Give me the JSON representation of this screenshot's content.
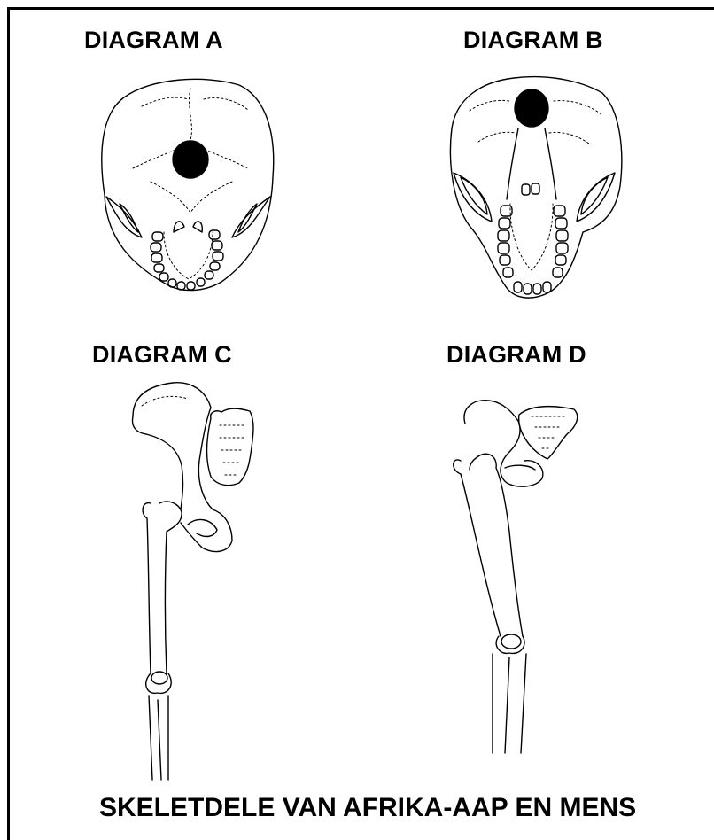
{
  "diagrams": {
    "a": {
      "label": "DIAGRAM A"
    },
    "b": {
      "label": "DIAGRAM B"
    },
    "c": {
      "label": "DIAGRAM C"
    },
    "d": {
      "label": "DIAGRAM D"
    }
  },
  "caption": "SKELETDELE VAN AFRIKA-AAP EN MENS",
  "colors": {
    "ink": "#000000",
    "background": "#ffffff"
  }
}
